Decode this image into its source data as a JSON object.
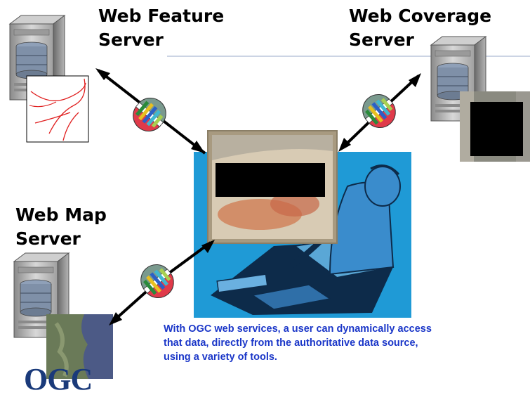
{
  "labels": {
    "web_feature_server": "Web Feature\nServer",
    "web_coverage_server": "Web Coverage\nServer",
    "web_map_server": "Web Map\nServer"
  },
  "caption": "With OGC web services, a user can dynamically access that data, directly from the authoritative data source, using a variety of tools.",
  "logo": "OGC",
  "colors": {
    "caption_text": "#1a36c8",
    "user_panel_bg": "#1f9ad6",
    "logo_text": "#1a3a7a",
    "feature_lines": "#e02020"
  },
  "icons": [
    "server-icon",
    "web-service-connector-icon",
    "user-at-desk-icon",
    "bidirectional-arrow-icon"
  ]
}
